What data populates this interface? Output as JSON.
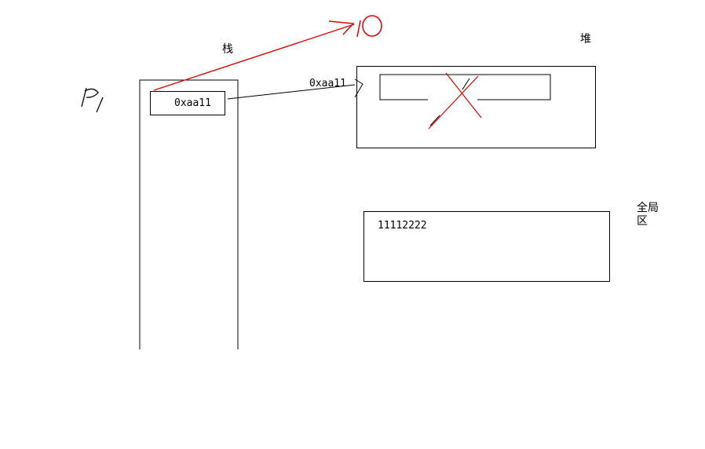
{
  "labels": {
    "stack": "栈",
    "heap": "堆",
    "global_line1": "全局",
    "global_line2": "区"
  },
  "stack_cell_value": "0xaa11",
  "heap_address_label": "0xaa11",
  "global_value": "11112222",
  "colors": {
    "line": "#000000",
    "annotation": "#e00000"
  }
}
